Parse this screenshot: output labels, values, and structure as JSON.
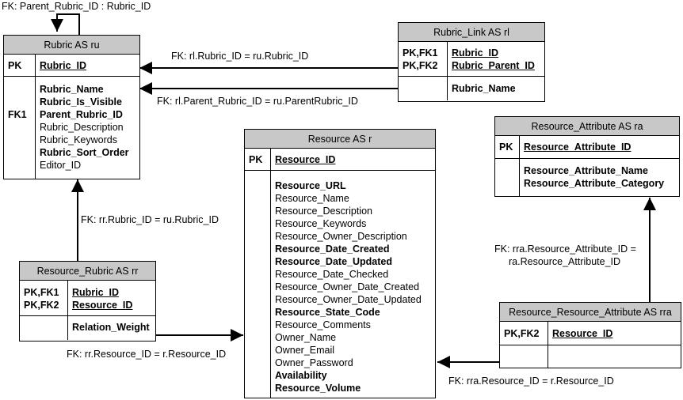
{
  "title_fk": "FK: Parent_Rubric_ID : Rubric_ID",
  "entities": {
    "rubric": {
      "title": "Rubric AS ru",
      "pk_key": "PK",
      "pk_field": "Rubric_ID",
      "fk_key": "FK1",
      "fields": [
        {
          "name": "Rubric_Name",
          "bold": true
        },
        {
          "name": "Rubric_Is_Visible",
          "bold": true
        },
        {
          "name": "Parent_Rubric_ID",
          "bold": true
        },
        {
          "name": "Rubric_Description",
          "bold": false
        },
        {
          "name": "Rubric_Keywords",
          "bold": false
        },
        {
          "name": "Rubric_Sort_Order",
          "bold": true
        },
        {
          "name": "Editor_ID",
          "bold": false
        }
      ]
    },
    "rubric_link": {
      "title": "Rubric_Link AS rl",
      "keys": [
        "PK,FK1",
        "PK,FK2"
      ],
      "pk_fields": [
        "Rubric_ID",
        "Rubric_Parent_ID"
      ],
      "fields": [
        {
          "name": "Rubric_Name",
          "bold": true
        }
      ]
    },
    "resource": {
      "title": "Resource AS r",
      "pk_key": "PK",
      "pk_field": "Resource_ID",
      "fields": [
        {
          "name": "Resource_URL",
          "bold": true
        },
        {
          "name": "Resource_Name",
          "bold": false
        },
        {
          "name": "Resource_Description",
          "bold": false
        },
        {
          "name": "Resource_Keywords",
          "bold": false
        },
        {
          "name": "Resource_Owner_Description",
          "bold": false
        },
        {
          "name": "Resource_Date_Created",
          "bold": true
        },
        {
          "name": "Resource_Date_Updated",
          "bold": true
        },
        {
          "name": "Resource_Date_Checked",
          "bold": false
        },
        {
          "name": "Resource_Owner_Date_Created",
          "bold": false
        },
        {
          "name": "Resource_Owner_Date_Updated",
          "bold": false
        },
        {
          "name": "Resource_State_Code",
          "bold": true
        },
        {
          "name": "Resource_Comments",
          "bold": false
        },
        {
          "name": "Owner_Name",
          "bold": false
        },
        {
          "name": "Owner_Email",
          "bold": false
        },
        {
          "name": "Owner_Password",
          "bold": false
        },
        {
          "name": "Availability",
          "bold": true
        },
        {
          "name": "Resource_Volume",
          "bold": true
        }
      ]
    },
    "resource_attribute": {
      "title": "Resource_Attribute AS ra",
      "pk_key": "PK",
      "pk_field": "Resource_Attribute_ID",
      "fields": [
        {
          "name": "Resource_Attribute_Name",
          "bold": true
        },
        {
          "name": "Resource_Attribute_Category",
          "bold": true
        }
      ]
    },
    "resource_rubric": {
      "title": "Resource_Rubric AS rr",
      "keys": [
        "PK,FK1",
        "PK,FK2"
      ],
      "pk_fields": [
        "Rubric_ID",
        "Resource_ID"
      ],
      "fields": [
        {
          "name": "Relation_Weight",
          "bold": true
        }
      ]
    },
    "resource_resource_attribute": {
      "title": "Resource_Resource_Attribute AS rra",
      "keys": [
        "PK,FK2"
      ],
      "pk_fields": [
        "Resource_ID"
      ],
      "fields": []
    }
  },
  "relations": {
    "rl_rubric": "FK: rl.Rubric_ID = ru.Rubric_ID",
    "rl_parent": "FK: rl.Parent_Rubric_ID = ru.ParentRubric_ID",
    "rr_rubric": "FK: rr.Rubric_ID = ru.Rubric_ID",
    "rr_resource": "FK: rr.Resource_ID = r.Resource_ID",
    "rra_attr_line1": "FK: rra.Resource_Attribute_ID =",
    "rra_attr_line2": "ra.Resource_Attribute_ID",
    "rra_resource": "FK: rra.Resource_ID = r.Resource_ID"
  }
}
